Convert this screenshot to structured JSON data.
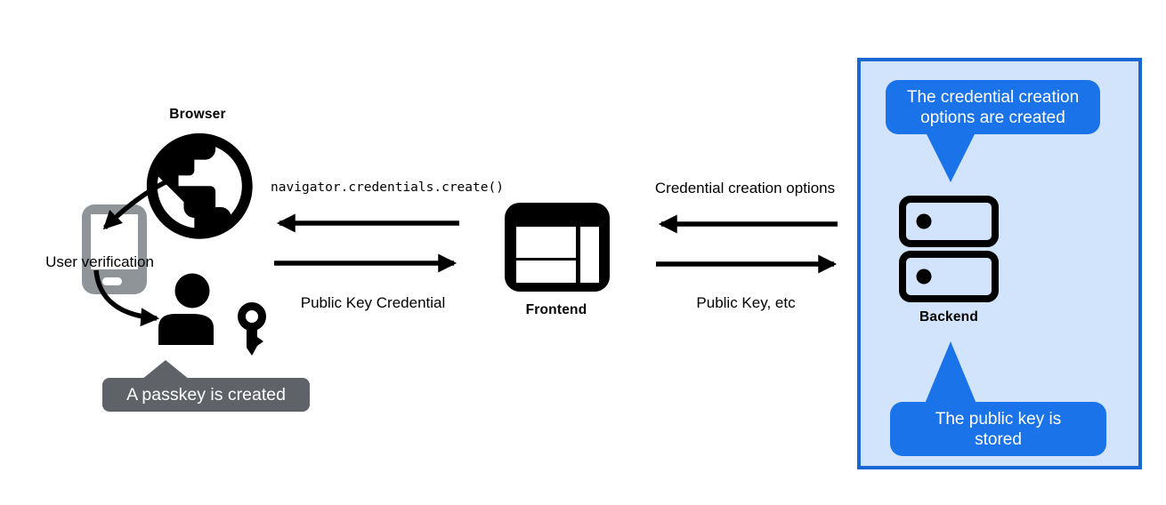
{
  "labels": {
    "browser": "Browser",
    "user_verification": "User verification",
    "frontend": "Frontend",
    "backend": "Backend"
  },
  "messages": {
    "create_call": "navigator.credentials.create()",
    "public_key_credential": "Public Key Credential",
    "credential_creation_options": "Credential creation options",
    "public_key_etc": "Public Key, etc"
  },
  "callouts": {
    "passkey_created": "A passkey is created",
    "options_created": "The credential creation options are created",
    "public_key_stored": "The public key is stored"
  },
  "colors": {
    "icon_black": "#000000",
    "phone_gray": "#8f9499",
    "callout_dark": "#5f6368",
    "callout_blue": "#1a73e8",
    "backend_box_border": "#1967d2",
    "backend_box_fill": "#d2e3fc"
  }
}
